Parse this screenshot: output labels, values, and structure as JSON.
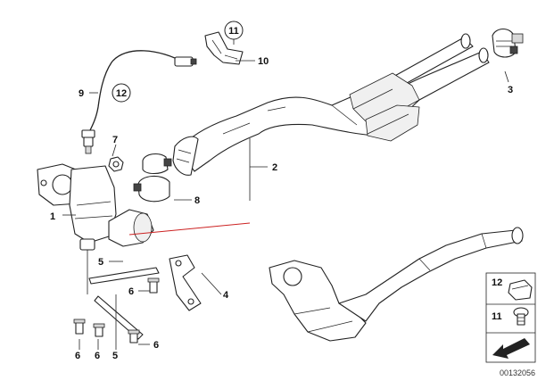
{
  "callouts": {
    "c1": "1",
    "c2": "2",
    "c3": "3",
    "c4": "4",
    "c5a": "5",
    "c5b": "5",
    "c6a": "6",
    "c6b": "6",
    "c6c": "6",
    "c6d": "6",
    "c7": "7",
    "c8": "8",
    "c9": "9",
    "c10": "10",
    "c11": "11",
    "c12": "12"
  },
  "legend": {
    "item_12": "12",
    "item_11": "11"
  },
  "reference_number": "00132056",
  "colors": {
    "line": "#222222",
    "pointer": "#cc2222",
    "background": "#ffffff"
  }
}
